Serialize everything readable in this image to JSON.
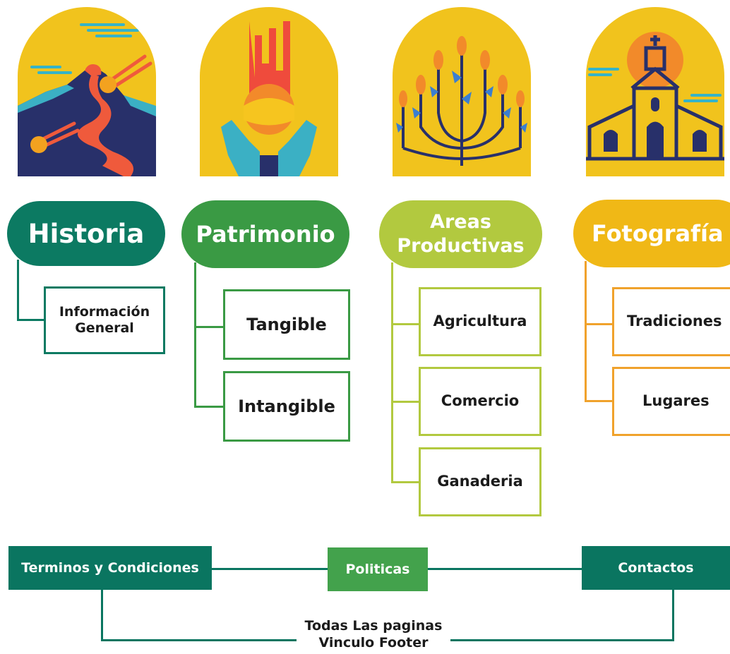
{
  "colors": {
    "historia": "#0c7a62",
    "patrimonio": "#3a9a44",
    "areas": "#b2c93f",
    "fotografia": "#f0b816",
    "fotografia_line": "#f0a22c",
    "footer_dark": "#0a7560",
    "footer_green": "#43a24c",
    "arch_bg": "#f1c31d"
  },
  "categories": {
    "historia": {
      "title": "Historia",
      "items": [
        "Información General"
      ]
    },
    "patrimonio": {
      "title": "Patrimonio",
      "items": [
        "Tangible",
        "Intangible"
      ]
    },
    "areas": {
      "title_line1": "Areas",
      "title_line2": "Productivas",
      "items": [
        "Agricultura",
        "Comercio",
        "Ganaderia"
      ]
    },
    "fotografia": {
      "title": "Fotografía",
      "items": [
        "Tradiciones",
        "Lugares"
      ]
    }
  },
  "footer": {
    "terminos": "Terminos y Condiciones",
    "politicas": "Politicas",
    "contactos": "Contactos",
    "note_line1": "Todas Las paginas",
    "note_line2": "Vinculo Footer"
  }
}
